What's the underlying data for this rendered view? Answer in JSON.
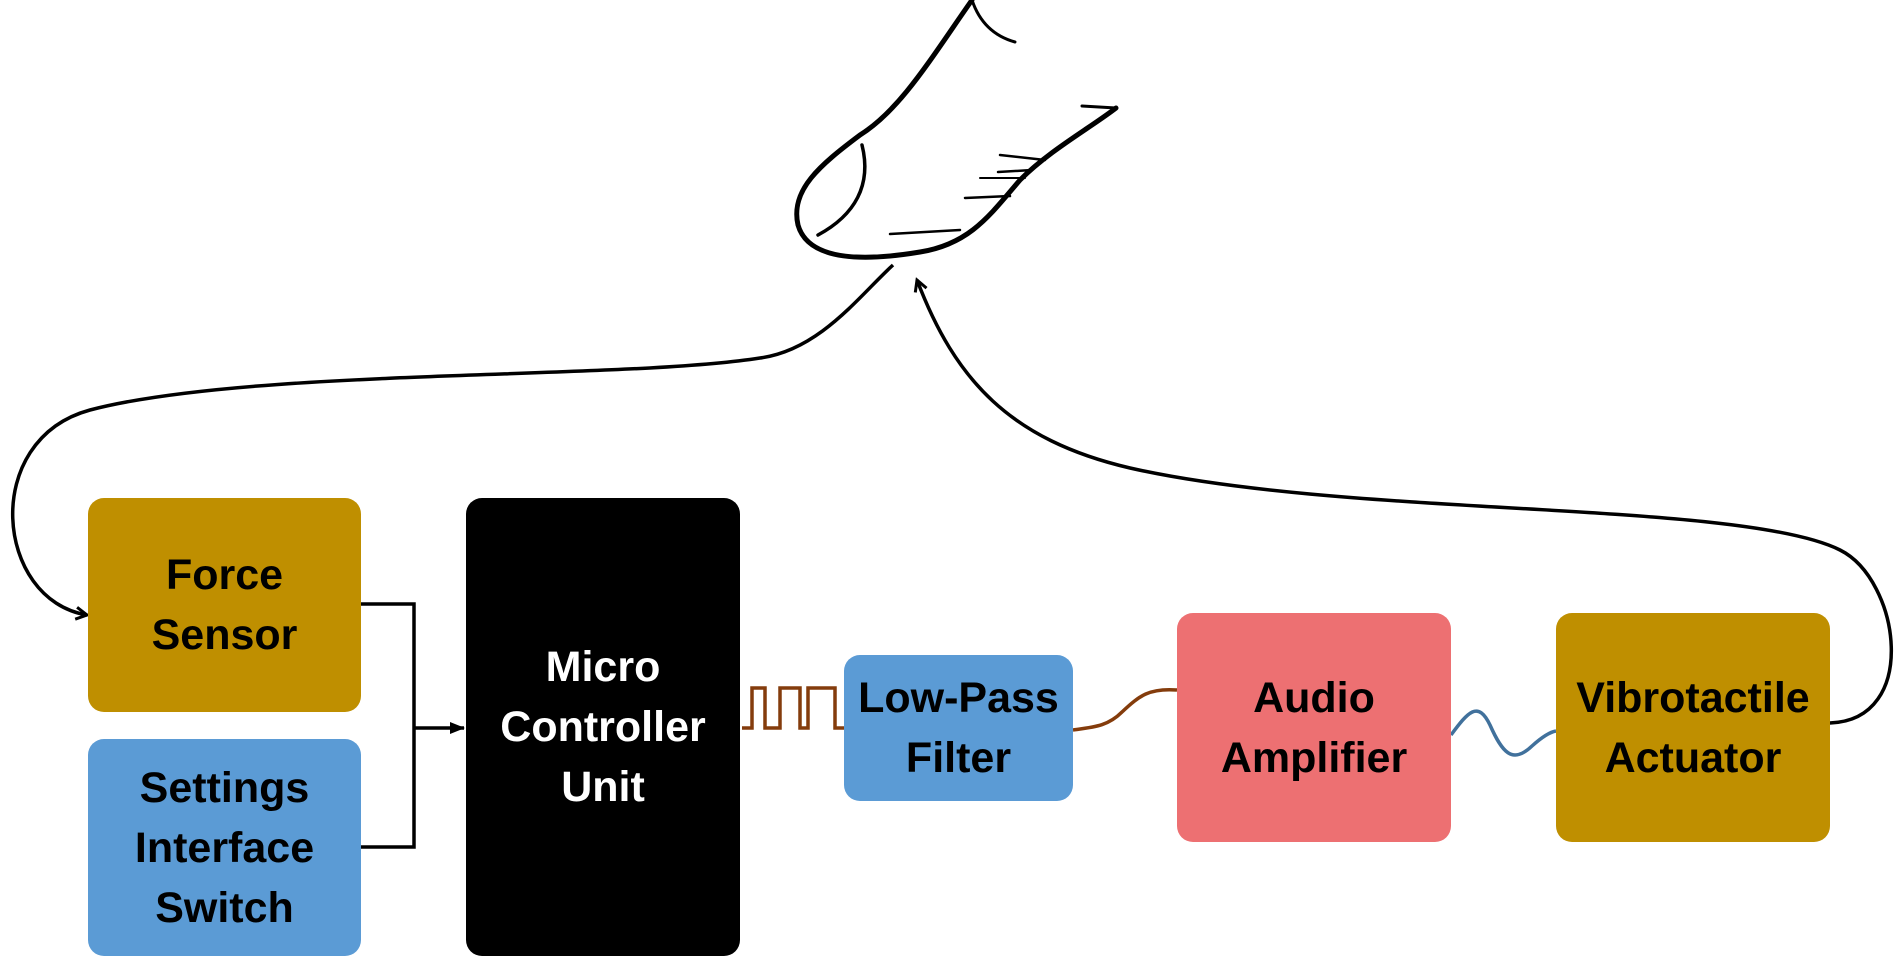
{
  "blocks": {
    "force_sensor": {
      "lines": [
        "Force",
        "Sensor"
      ],
      "color": "#bf8f00"
    },
    "settings_switch": {
      "lines": [
        "Settings",
        "Interface",
        "Switch"
      ],
      "color": "#5b9bd5"
    },
    "mcu": {
      "lines": [
        "Micro",
        "Controller",
        "Unit"
      ],
      "color": "#000000"
    },
    "low_pass_filter": {
      "lines": [
        "Low-Pass",
        "Filter"
      ],
      "color": "#5b9bd5"
    },
    "audio_amplifier": {
      "lines": [
        "Audio",
        "Amplifier"
      ],
      "color": "#ed7072"
    },
    "vibrotactile_actuator": {
      "lines": [
        "Vibrotactile",
        "Actuator"
      ],
      "color": "#bf8f00"
    }
  },
  "signals": {
    "pwm_color": "#843c0c",
    "filtered_color": "#843c0c",
    "amplified_color": "#41719c"
  },
  "icons": {
    "finger": "finger-icon"
  }
}
